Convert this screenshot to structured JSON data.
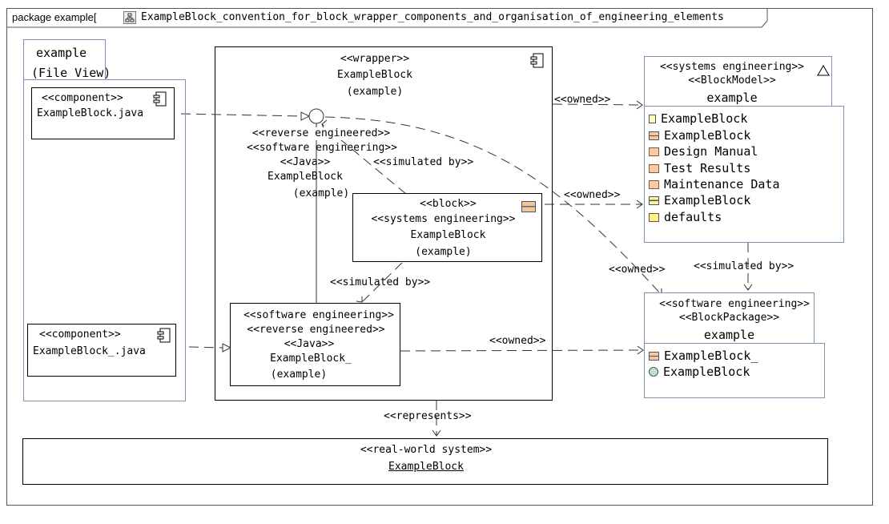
{
  "header": {
    "prefix": "package example[",
    "title": "ExampleBlock_convention_for_block_wrapper_components_and_organisation_of_engineering_elements"
  },
  "file_view": {
    "name": "example",
    "subtitle": "(File View)"
  },
  "comp1": {
    "stereotype": "<<component>>",
    "name": "ExampleBlock.java"
  },
  "comp2": {
    "stereotype": "<<component>>",
    "name": "ExampleBlock_.java"
  },
  "wrapper": {
    "stereotype": "<<wrapper>>",
    "name": "ExampleBlock",
    "owner": "(example)"
  },
  "interface": {
    "s1": "<<reverse engineered>>",
    "s2": "<<software engineering>>",
    "s3": "<<Java>>",
    "name": "ExampleBlock",
    "owner": "(example)"
  },
  "block": {
    "s1": "<<block>>",
    "s2": "<<systems engineering>>",
    "name": "ExampleBlock",
    "owner": "(example)"
  },
  "sw_block": {
    "s1": "<<software engineering>>",
    "s2": "<<reverse engineered>>",
    "s3": "<<Java>>",
    "name": "ExampleBlock_",
    "owner": "(example)"
  },
  "model": {
    "s1": "<<systems engineering>>",
    "s2": "<<BlockModel>>",
    "name": "example",
    "items": [
      "ExampleBlock",
      "ExampleBlock",
      "Design Manual",
      "Test Results",
      "Maintenance Data",
      "ExampleBlock",
      "defaults"
    ]
  },
  "pkg": {
    "s1": "<<software engineering>>",
    "s2": "<<BlockPackage>>",
    "name": "example",
    "items": [
      "ExampleBlock_",
      "ExampleBlock"
    ]
  },
  "real": {
    "stereotype": "<<real-world system>>",
    "name": "ExampleBlock"
  },
  "labels": {
    "owned1": "<<owned>>",
    "owned2": "<<owned>>",
    "owned3": "<<owned>>",
    "owned4": "<<owned>>",
    "sim1": "<<simulated by>>",
    "sim2": "<<simulated by>>",
    "sim3": "<<simulated by>>",
    "represents": "<<represents>>"
  }
}
